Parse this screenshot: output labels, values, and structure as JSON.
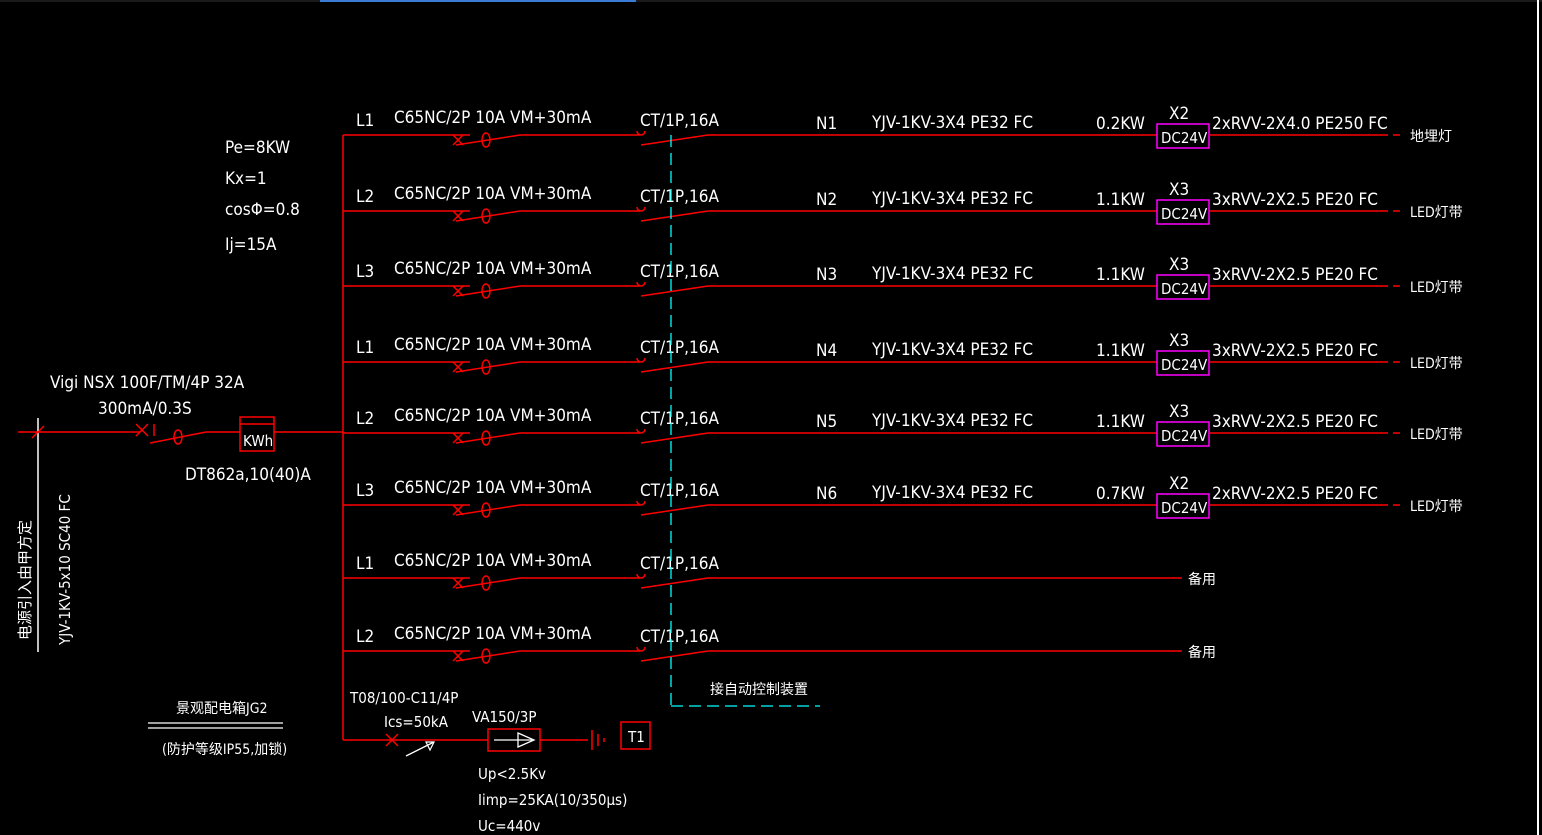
{
  "drawing": {
    "colors": {
      "background": "#000000",
      "wire": "#ff0000",
      "text": "#ffffff",
      "controller_box": "#ff00ff",
      "control_line": "#00ffff",
      "frame": "#ffffff"
    },
    "incoming": {
      "cable": "YJV-1KV-5x10  SC40  FC",
      "note": "电源引入由甲方定"
    },
    "main_breaker": {
      "model": "Vigi NSX 100F/TM/4P 32A",
      "residual": "300mA/0.3S"
    },
    "meter": {
      "label": "KWh",
      "model": "DT862a,10(40)A"
    },
    "load_params": {
      "pe": "Pe=8KW",
      "kx": "Kx=1",
      "cos": "cosΦ=0.8",
      "ij": "Ij=15A"
    },
    "circuits": [
      {
        "phase": "L1",
        "breaker": "C65NC/2P 10A VM+30mA",
        "contactor": "CT/1P,16A",
        "circuit": "N1",
        "cable": "YJV-1KV-3X4  PE32  FC",
        "power": "0.2KW",
        "x": "X2",
        "driver": "DC24V",
        "branch": "2xRVV-2X4.0  PE250  FC",
        "load": "地埋灯"
      },
      {
        "phase": "L2",
        "breaker": "C65NC/2P 10A VM+30mA",
        "contactor": "CT/1P,16A",
        "circuit": "N2",
        "cable": "YJV-1KV-3X4  PE32  FC",
        "power": "1.1KW",
        "x": "X3",
        "driver": "DC24V",
        "branch": "3xRVV-2X2.5  PE20  FC",
        "load": "LED灯带"
      },
      {
        "phase": "L3",
        "breaker": "C65NC/2P 10A VM+30mA",
        "contactor": "CT/1P,16A",
        "circuit": "N3",
        "cable": "YJV-1KV-3X4  PE32  FC",
        "power": "1.1KW",
        "x": "X3",
        "driver": "DC24V",
        "branch": "3xRVV-2X2.5  PE20  FC",
        "load": "LED灯带"
      },
      {
        "phase": "L1",
        "breaker": "C65NC/2P 10A VM+30mA",
        "contactor": "CT/1P,16A",
        "circuit": "N4",
        "cable": "YJV-1KV-3X4  PE32  FC",
        "power": "1.1KW",
        "x": "X3",
        "driver": "DC24V",
        "branch": "3xRVV-2X2.5  PE20  FC",
        "load": "LED灯带"
      },
      {
        "phase": "L2",
        "breaker": "C65NC/2P 10A VM+30mA",
        "contactor": "CT/1P,16A",
        "circuit": "N5",
        "cable": "YJV-1KV-3X4  PE32  FC",
        "power": "1.1KW",
        "x": "X3",
        "driver": "DC24V",
        "branch": "3xRVV-2X2.5  PE20  FC",
        "load": "LED灯带"
      },
      {
        "phase": "L3",
        "breaker": "C65NC/2P 10A VM+30mA",
        "contactor": "CT/1P,16A",
        "circuit": "N6",
        "cable": "YJV-1KV-3X4  PE32  FC",
        "power": "0.7KW",
        "x": "X2",
        "driver": "DC24V",
        "branch": "2xRVV-2X2.5  PE20  FC",
        "load": "LED灯带"
      },
      {
        "phase": "L1",
        "breaker": "C65NC/2P 10A VM+30mA",
        "contactor": "CT/1P,16A",
        "circuit": "",
        "cable": "",
        "power": "",
        "x": "",
        "driver": "",
        "branch": "",
        "load": "备用"
      },
      {
        "phase": "L2",
        "breaker": "C65NC/2P 10A VM+30mA",
        "contactor": "CT/1P,16A",
        "circuit": "",
        "cable": "",
        "power": "",
        "x": "",
        "driver": "",
        "branch": "",
        "load": "备用"
      }
    ],
    "auto_control": "接自动控制装置",
    "spd": {
      "breaker": "T08/100-C11/4P",
      "ics": "Ics=50kA",
      "model": "VA150/3P",
      "up": "Up<2.5Kv",
      "iimp": "Iimp=25KA(10/350μs)",
      "uc": "Uc=440v",
      "terminal": "T1"
    },
    "box": {
      "title": "景观配电箱JG2",
      "subtitle": "(防护等级IP55,加锁)"
    }
  }
}
